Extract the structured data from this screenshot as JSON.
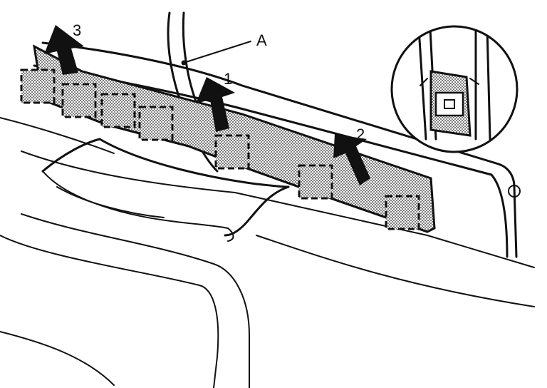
{
  "callouts": {
    "step_1": "1",
    "step_2": "2",
    "step_3": "3",
    "part_a": "A"
  },
  "colors": {
    "ink": "#111111",
    "background": "#ffffff",
    "shading": "#9a9a9a"
  }
}
